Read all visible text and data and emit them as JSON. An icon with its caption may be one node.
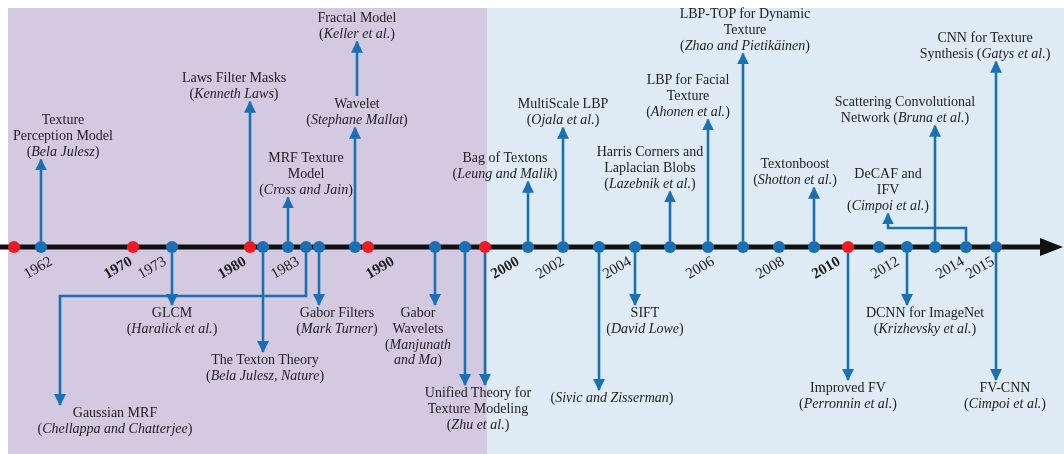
{
  "diagram": {
    "nodes": [
      {
        "text": [
          "Fractal Model",
          "(*Keller et al.*)"
        ]
      },
      {
        "text": [
          "Laws Filter Masks",
          "(*Kenneth Laws*)"
        ]
      },
      {
        "text": [
          "Wavelet",
          "(*Stephane Mallat*)"
        ]
      },
      {
        "text": [
          "LBP-TOP for Dynamic Texture",
          "(*Zhao and Pietikäinen*)"
        ]
      },
      {
        "text": [
          "CNN for Texture Synthesis (*Gatys et al.*)"
        ]
      },
      {
        "text": [
          "LBP for Facial Texture",
          "(*Ahonen et al.*)"
        ]
      },
      {
        "text": [
          "MultiScale LBP",
          "(*Ojala et al.*)"
        ]
      },
      {
        "text": [
          "Texture Perception Model",
          "(*Bela Julesz*)"
        ]
      },
      {
        "text": [
          "Scattering Convolutional Network (*Bruna et al.*)"
        ]
      },
      {
        "text": [
          "MRF Texture Model",
          "(*Cross and Jain*)"
        ]
      },
      {
        "text": [
          "Bag of Textons",
          "(*Leung and Malik*)"
        ]
      },
      {
        "text": [
          "Harris Corners and Laplacian Blobs",
          "(*Lazebnik et al.*)"
        ]
      },
      {
        "text": [
          "Textonboost",
          "(*Shotton et al.*)"
        ]
      },
      {
        "text": [
          "DeCAF and IFV",
          "(*Cimpoi et al.*)"
        ]
      },
      {
        "text": [
          "GLCM",
          "(*Haralick et al.*)"
        ]
      },
      {
        "text": [
          "Gabor Filters",
          "(*Mark Turner*)"
        ]
      },
      {
        "text": [
          "Gabor Wavelets",
          "(*Manjunath and Ma*)"
        ]
      },
      {
        "text": [
          "SIFT",
          "(*David Lowe*)"
        ]
      },
      {
        "text": [
          "DCNN for ImageNet",
          "(*Krizhevsky et al.*)"
        ]
      },
      {
        "text": [
          "The Texton Theory",
          "(*Bela Julesz, Nature*)"
        ]
      },
      {
        "text": [
          "Unified Theory for Texture Modeling",
          "(*Zhu et al.*)"
        ]
      },
      {
        "text": [
          "(*Sivic and Zisserman*)"
        ]
      },
      {
        "text": [
          "Improved FV",
          "(*Perronnin et al.*)"
        ]
      },
      {
        "text": [
          "FV-CNN",
          "(*Cimpoi et al.*)"
        ]
      },
      {
        "text": [
          "Gaussian MRF",
          "(*Chellappa and Chatterjee*)"
        ]
      },
      {
        "text": [],
        "shape": "circle"
      },
      {
        "text": [],
        "shape": "circle"
      },
      {
        "text": [],
        "shape": "circle"
      },
      {
        "text": [],
        "shape": "circle"
      },
      {
        "text": [],
        "shape": "circle"
      },
      {
        "text": [],
        "shape": "circle"
      },
      {
        "text": [],
        "shape": "circle"
      },
      {
        "text": [],
        "shape": "circle"
      },
      {
        "text": [],
        "shape": "circle"
      },
      {
        "text": [],
        "shape": "circle"
      },
      {
        "text": [],
        "shape": "circle"
      },
      {
        "text": [],
        "shape": "circle"
      },
      {
        "text": [],
        "shape": "circle"
      },
      {
        "text": [],
        "shape": "circle"
      },
      {
        "text": [],
        "shape": "circle"
      },
      {
        "text": [],
        "shape": "circle"
      },
      {
        "text": [],
        "shape": "circle"
      },
      {
        "text": [],
        "shape": "circle"
      },
      {
        "text": [],
        "shape": "circle"
      },
      {
        "text": [],
        "shape": "circle"
      },
      {
        "text": [],
        "shape": "circle"
      },
      {
        "text": [],
        "shape": "circle"
      },
      {
        "text": [],
        "shape": "circle"
      },
      {
        "text": [],
        "shape": "circle"
      },
      {
        "text": [],
        "shape": "circle"
      },
      {
        "text": [],
        "shape": "circle"
      },
      {
        "text": [],
        "shape": "circle"
      },
      {
        "text": [],
        "shape": "circle"
      },
      {
        "text": [],
        "shape": "circle"
      }
    ],
    "edges": [
      {
        "from": 26,
        "to": 7,
        "arrow": "to"
      },
      {
        "from": 28,
        "to": 14,
        "arrow": "to"
      },
      {
        "from": 29,
        "to": 1,
        "arrow": "to"
      },
      {
        "from": 30,
        "to": 19,
        "arrow": "to"
      },
      {
        "from": 31,
        "to": 9,
        "arrow": "to"
      },
      {
        "from": 32,
        "to": 24,
        "arrow": "to"
      },
      {
        "from": 33,
        "to": 15,
        "arrow": "to"
      },
      {
        "from": 34,
        "to": 2,
        "arrow": "to"
      },
      {
        "from": 36,
        "to": 16,
        "arrow": "to"
      },
      {
        "from": 37,
        "to": 20,
        "arrow": "to"
      },
      {
        "from": 38,
        "to": 20,
        "arrow": "to"
      },
      {
        "from": 39,
        "to": 10,
        "arrow": "to"
      },
      {
        "from": 40,
        "to": 6,
        "arrow": "to"
      },
      {
        "from": 41,
        "to": 21,
        "arrow": "to"
      },
      {
        "from": 42,
        "to": 17,
        "arrow": "to"
      },
      {
        "from": 43,
        "to": 11,
        "arrow": "to"
      },
      {
        "from": 44,
        "to": 5,
        "arrow": "to"
      },
      {
        "from": 45,
        "to": 3,
        "arrow": "to"
      },
      {
        "from": 47,
        "to": 12,
        "arrow": "to"
      },
      {
        "from": 48,
        "to": 22,
        "arrow": "to"
      },
      {
        "from": 50,
        "to": 18,
        "arrow": "to"
      },
      {
        "from": 51,
        "to": 8,
        "arrow": "to"
      },
      {
        "from": 52,
        "to": 13,
        "arrow": "to"
      },
      {
        "from": 53,
        "to": 4,
        "arrow": "to"
      },
      {
        "from": 53,
        "to": 23,
        "arrow": "to"
      },
      {
        "from": 2,
        "to": 0,
        "arrow": "to"
      }
    ],
    "labels": [
      "1962",
      "1970",
      "1973",
      "1980",
      "1983",
      "1990",
      "2000",
      "2002",
      "2004",
      "2006",
      "2008",
      "2010",
      "2012",
      "2014",
      "2015"
    ]
  }
}
